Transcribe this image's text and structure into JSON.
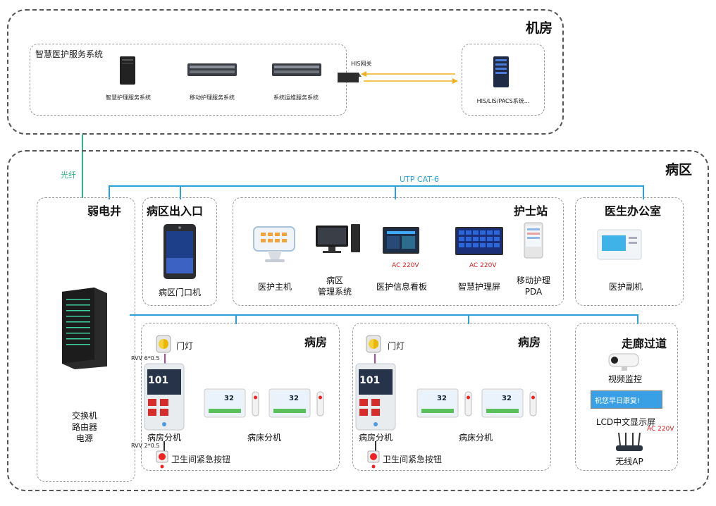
{
  "zones": {
    "machine_room": "机房",
    "ward_area": "病区",
    "weak_well": "弱电井",
    "entrance": "病区出入口",
    "nurse_station": "护士站",
    "doctor_office": "医生办公室",
    "ward_room": "病房",
    "corridor": "走廊过道"
  },
  "machine_room": {
    "system_group": "智慧医护服务系统",
    "servers": [
      "智慧护理服务系统",
      "移动护理服务系统",
      "系统运维服务系统"
    ],
    "gateway": "HIS网关",
    "his_system": "HIS/LIS/PACS系统..."
  },
  "links": {
    "fiber": "光纤",
    "utp": "UTP CAT-6",
    "rvv_top": "RVV 6*0.5",
    "rvv_bottom": "RVV 2*0.5",
    "ac": "AC 220V"
  },
  "weak_well": {
    "lines": [
      "交换机",
      "路由器",
      "电源"
    ]
  },
  "entrance": {
    "device": "病区门口机"
  },
  "nurse_station": {
    "devices": [
      "医护主机",
      "病区\n管理系统",
      "医护信息看板",
      "智慧护理屏",
      "移动护理\nPDA"
    ]
  },
  "doctor_office": {
    "device": "医护副机"
  },
  "ward": {
    "door_light": "门灯",
    "room_unit": "病房分机",
    "bed_unit": "病床分机",
    "emergency": "卫生间紧急按钮",
    "room_number": "101",
    "bed_temp": "32"
  },
  "corridor": {
    "camera": "视频监控",
    "lcd": "LCD中文显示屏",
    "lcd_text": "祝您早日康复!",
    "ap": "无线AP"
  },
  "colors": {
    "utp": "#2a9fd8",
    "fiber": "#2eb08a",
    "rvv": "#b24aa0",
    "ac": "#d82020"
  }
}
